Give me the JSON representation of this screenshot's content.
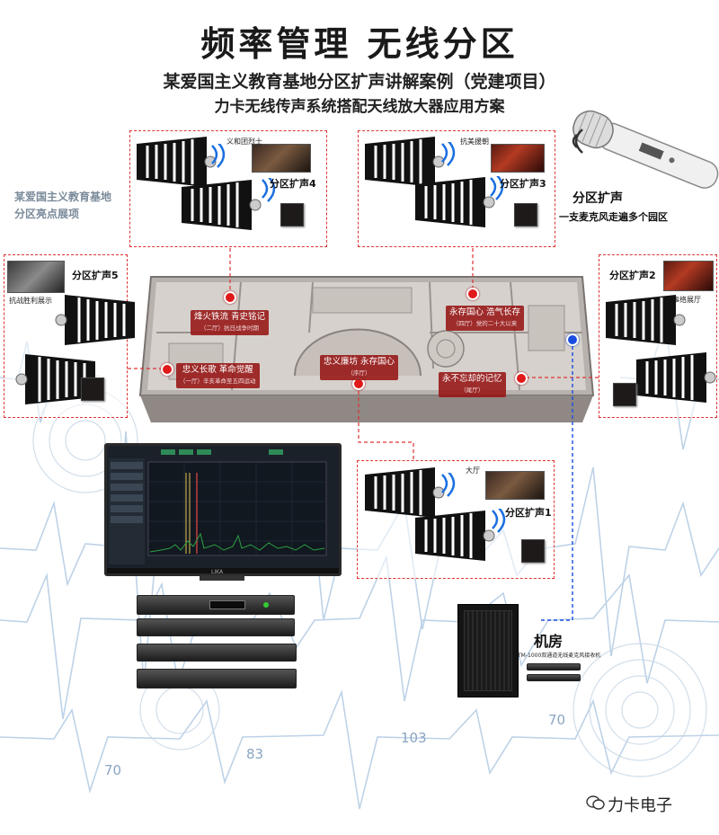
{
  "header": {
    "title": "频率管理  无线分区",
    "subtitle1": "某爱国主义教育基地分区扩声讲解案例（党建项目）",
    "subtitle2": "力卡无线传声系统搭配天线放大器应用方案"
  },
  "side_note": {
    "line1": "某爱国主义教育基地",
    "line2": "分区亮点展项"
  },
  "mic_note": {
    "title": "分区扩声",
    "subtitle": "一支麦克风走遍多个园区"
  },
  "zones": [
    {
      "label": "分区扩声4",
      "photo_caption": "义和团烈士"
    },
    {
      "label": "分区扩声3",
      "photo_caption": "抗美援朝"
    },
    {
      "label": "分区扩声5",
      "photo_caption": "抗战胜利展示"
    },
    {
      "label": "分区扩声2",
      "photo_caption": "大事络展厅"
    },
    {
      "label": "分区扩声1",
      "photo_caption": "大厅"
    }
  ],
  "spots": [
    {
      "main": "烽火铁流 青史铭记",
      "sub": "（二厅）抗日战争时期"
    },
    {
      "main": "忠义长歌 革命觉醒",
      "sub": "（一厅）辛亥革命至五四运动"
    },
    {
      "main": "忠义廉坊 永存国心",
      "sub": "（序厅）"
    },
    {
      "main": "永存国心 浩气长存",
      "sub": "（四厅）党的二十大以来"
    },
    {
      "main": "永不忘却的记忆",
      "sub": "（尾厅）"
    }
  ],
  "machine_room": {
    "label": "机房",
    "rack_label": "TM-1000双通道无线麦克风接收机"
  },
  "monitor_brand": "LIKA",
  "background_numbers": [
    "83",
    "70",
    "103",
    "70"
  ],
  "watermark": "力卡电子",
  "colors": {
    "zone_border": "#dd3333",
    "marker_red": "#e01a1a",
    "marker_blue": "#1a4ee0",
    "ecg_line": "#a8c4e0",
    "spectrum_green": "#2ea043"
  }
}
